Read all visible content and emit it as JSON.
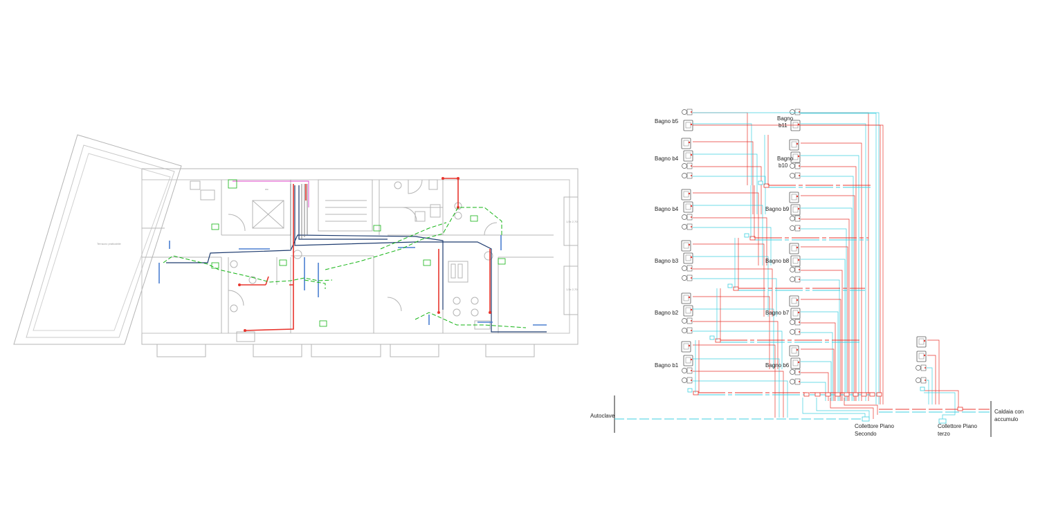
{
  "colors": {
    "hot": "#e8342c",
    "cold": "#3ccfe0",
    "gas_green": "#12b312",
    "navy": "#1c3a6e",
    "blue": "#4a7fd0",
    "magenta": "#e040c8",
    "wall": "#b4b4b4"
  },
  "plan": {
    "room_label": "Terrazzo praticabile",
    "small_labels": [
      "wc",
      "1,5x\n2,70",
      "1,5x\n2,70"
    ]
  },
  "schematic": {
    "bathrooms_left": [
      {
        "label": "Bagno b5"
      },
      {
        "label": "Bagno b4"
      },
      {
        "label": "Bagno b4"
      },
      {
        "label": "Bagno b3"
      },
      {
        "label": "Bagno b2"
      },
      {
        "label": "Bagno b1"
      }
    ],
    "bathrooms_right": [
      {
        "label": "Bagno b11",
        "l1": "Bagno",
        "l2": "b11"
      },
      {
        "label": "Bagno b10",
        "l1": "Bagno",
        "l2": "b10"
      },
      {
        "label": "Bagno b9"
      },
      {
        "label": "Bagno b8"
      },
      {
        "label": "Bagno b7"
      },
      {
        "label": "Bagno b6"
      }
    ],
    "autoclave": "Autoclave",
    "collector_second_l1": "Collettore Piano",
    "collector_second_l2": "Secondo",
    "collector_third_l1": "Collettore Piano",
    "collector_third_l2": "terzo",
    "boiler_l1": "Caldaia con",
    "boiler_l2": "accumulo"
  }
}
